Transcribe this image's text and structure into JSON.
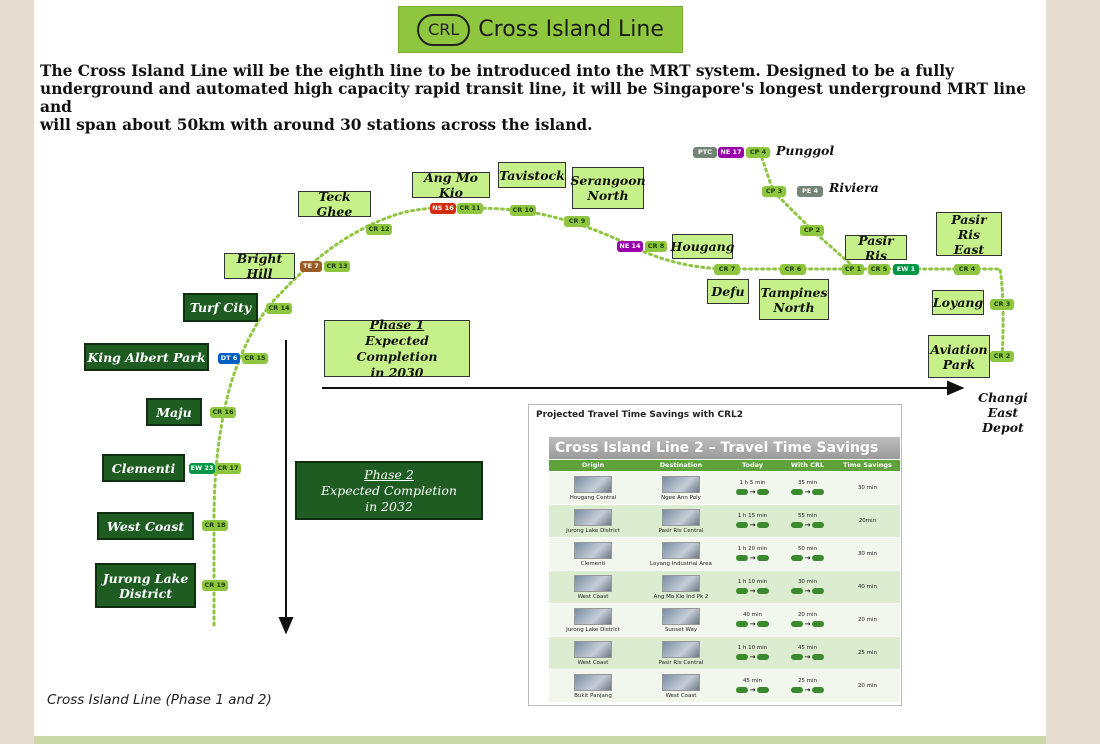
{
  "header": {
    "badge": "CRL",
    "title": "Cross Island Line"
  },
  "intro": {
    "line1": "The Cross Island Line will be the eighth line to be introduced into the MRT system. Designed to be a fully",
    "line2": "underground and automated high capacity rapid transit line, it will be Singapore's longest underground MRT line and",
    "line3": "will span about 50km with around 30 stations across the island."
  },
  "stations": {
    "jurong_lake_district": "Jurong Lake District",
    "west_coast": "West Coast",
    "clementi": "Clementi",
    "maju": "Maju",
    "king_albert_park": "King Albert Park",
    "turf_city": "Turf City",
    "bright_hill": "Bright Hill",
    "teck_ghee": "Teck Ghee",
    "ang_mo_kio": "Ang Mo Kio",
    "tavistock": "Tavistock",
    "serangoon_north": "Serangoon North",
    "hougang": "Hougang",
    "defu": "Defu",
    "tampines_north": "Tampines North",
    "pasir_ris": "Pasir Ris",
    "pasir_ris_east": "Pasir Ris East",
    "loyang": "Loyang",
    "aviation_park": "Aviation Park",
    "changi_east_depot": "Changi East Depot",
    "punggol": "Punggol",
    "riviera": "Riviera"
  },
  "codes": {
    "cr19": "CR 19",
    "cr18": "CR 18",
    "ew23": "EW 23",
    "cr17": "CR 17",
    "cr16": "CR 16",
    "dt6": "DT 6",
    "cr15": "CR 15",
    "cr14": "CR 14",
    "te7": "TE 7",
    "cr13": "CR 13",
    "cr12": "CR 12",
    "ns16": "NS 16",
    "cr11": "CR 11",
    "cr10": "CR 10",
    "cr9": "CR 9",
    "ne14": "NE 14",
    "cr8": "CR 8",
    "cr7": "CR 7",
    "cr6": "CR 6",
    "cp1": "CP 1",
    "cr5": "CR 5",
    "ew1": "EW 1",
    "cr4": "CR 4",
    "cr3": "CR 3",
    "cr2": "CR 2",
    "ptc": "PTC",
    "ne17": "NE 17",
    "cp4": "CP 4",
    "cp3": "CP 3",
    "pe4": "PE 4",
    "cp2": "CP 2"
  },
  "colors": {
    "crl": "#8ec63f",
    "ew": "#009645",
    "ns": "#d42e12",
    "dt": "#005ec4",
    "te": "#9d5b25",
    "ne": "#9900aa",
    "lrt": "#748477",
    "dark_label": "#1e5c22",
    "light_label": "#c6f08a"
  },
  "phase1": {
    "title": "Phase 1",
    "line2": "Expected Completion",
    "line3": "in 2030"
  },
  "phase2": {
    "title": "Phase 2",
    "line2": "Expected Completion",
    "line3": "in 2032"
  },
  "caption": "Cross Island Line (Phase 1 and 2)",
  "travel_table": {
    "heading": "Projected Travel Time Savings with CRL2",
    "banner": "Cross Island Line 2 – Travel Time Savings",
    "columns": [
      "Origin",
      "Destination",
      "Today",
      "With CRL",
      "Time Savings"
    ],
    "rows": [
      {
        "origin": "Hougang Central",
        "destination": "Ngee Ann Poly",
        "today": "1 h 5 min",
        "with_crl": "35 min",
        "savings": "30 min"
      },
      {
        "origin": "Jurong Lake District",
        "destination": "Pasir Ris Central",
        "today": "1 h 15 min",
        "with_crl": "55 min",
        "savings": "20min"
      },
      {
        "origin": "Clementi",
        "destination": "Loyang Industrial Area",
        "today": "1 h 20 min",
        "with_crl": "50 min",
        "savings": "30 min"
      },
      {
        "origin": "West Coast",
        "destination": "Ang Mo Kio Ind Pk 2",
        "today": "1 h 10 min",
        "with_crl": "30 min",
        "savings": "40 min"
      },
      {
        "origin": "Jurong Lake District",
        "destination": "Sunset Way",
        "today": "40 min",
        "with_crl": "20 min",
        "savings": "20 min"
      },
      {
        "origin": "West Coast",
        "destination": "Pasir Ris Central",
        "today": "1 h 10 min",
        "with_crl": "45 min",
        "savings": "25 min"
      },
      {
        "origin": "Bukit Panjang",
        "destination": "West Coast",
        "today": "45 min",
        "with_crl": "25 min",
        "savings": "20 min"
      }
    ]
  }
}
